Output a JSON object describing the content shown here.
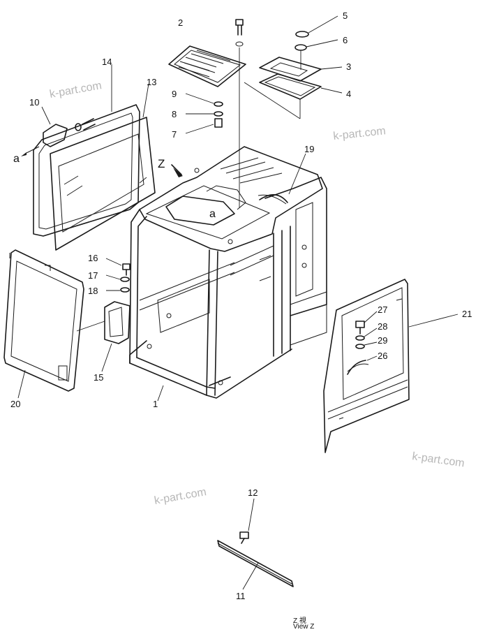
{
  "watermarks": [
    "k-part.com",
    "k-part.com",
    "k-part.com",
    "k-part.com"
  ],
  "callouts": {
    "c1": "1",
    "c2": "2",
    "c3": "3",
    "c4": "4",
    "c5": "5",
    "c6": "6",
    "c7": "7",
    "c8": "8",
    "c9": "9",
    "c10": "10",
    "c11": "11",
    "c12": "12",
    "c13": "13",
    "c14": "14",
    "c15": "15",
    "c16": "16",
    "c17": "17",
    "c18": "18",
    "c19": "19",
    "c20": "20",
    "c21": "21",
    "c26": "26",
    "c27": "27",
    "c28": "28",
    "c29": "29"
  },
  "refs": {
    "a_left": "a",
    "a_roof": "a",
    "z_arrow": "Z"
  },
  "footer": {
    "line1": "Z  視",
    "line2": "View  Z"
  }
}
